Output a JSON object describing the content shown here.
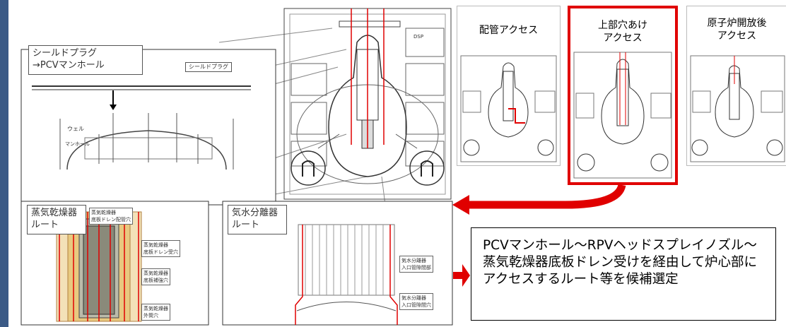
{
  "labels": {
    "shield_plug_callout": "シールドプラグ\n→PCVマンホール",
    "shield_plug_tag": "シールドプラグ",
    "well": "ウェル",
    "manhole": "マンホール",
    "dsp": "DSP",
    "dryer_route": "蒸気乾燥器\nルート",
    "separator_route": "気水分離器\nルート"
  },
  "access_options": [
    {
      "title": "配管アクセス"
    },
    {
      "title": "上部穴あけ\nアクセス"
    },
    {
      "title": "原子炉開放後\nアクセス"
    }
  ],
  "dryer_notes": [
    "蒸気乾燥器\n底板ドレン配管穴",
    "蒸気乾燥器\n底板ドレン受穴",
    "蒸気乾燥器\n底板補強穴",
    "蒸気乾燥器\n外筒穴"
  ],
  "separator_notes": [
    "気水分離器\n入口管隙間部",
    "気水分離器\n入口管隙間穴"
  ],
  "conclusion": "PCVマンホール～RPVヘッドスプレイノズル～蒸気乾燥器底板ドレン受けを経由して炉心部にアクセスするルート等を候補選定",
  "colors": {
    "route": "#e00000",
    "highlight": "#e00000",
    "left_bar": "#3b5a86"
  }
}
